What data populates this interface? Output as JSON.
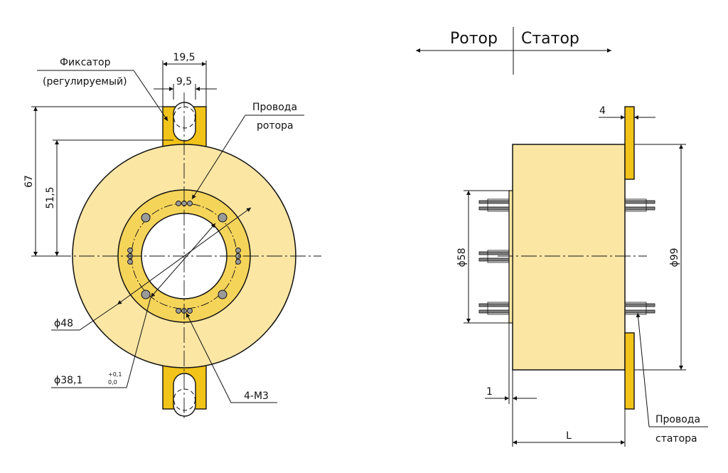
{
  "colors": {
    "body_fill": "#fbe6a4",
    "ring_fill": "#f5d45a",
    "fixator_fill": "#f2c319",
    "line": "#111111",
    "wire": "#7f7f7f",
    "screw": "#9a9a9a"
  },
  "front_view": {
    "fixator_label_line1": "Фиксатор",
    "fixator_label_line2": "(регулируемый)",
    "dim_top_outer": "19,5",
    "dim_top_inner": "9,5",
    "dim_height_67": "67",
    "dim_height_515": "51,5",
    "rotor_wires_line1": "Провода",
    "rotor_wires_line2": "ротора",
    "dim_d48": "ϕ48",
    "dim_d38_main": "ϕ38,1",
    "dim_d38_tol_upper": "+0,1",
    "dim_d38_tol_lower": "0,0",
    "dim_m3": "4-M3"
  },
  "side_view": {
    "rotor_label": "Ротор",
    "stator_label": "Статор",
    "dim_flange": "4",
    "dim_d58": "ϕ58",
    "dim_d99": "ϕ99",
    "dim_step": "1",
    "dim_length": "L",
    "stator_wires_line1": "Провода",
    "stator_wires_line2": "статора"
  }
}
